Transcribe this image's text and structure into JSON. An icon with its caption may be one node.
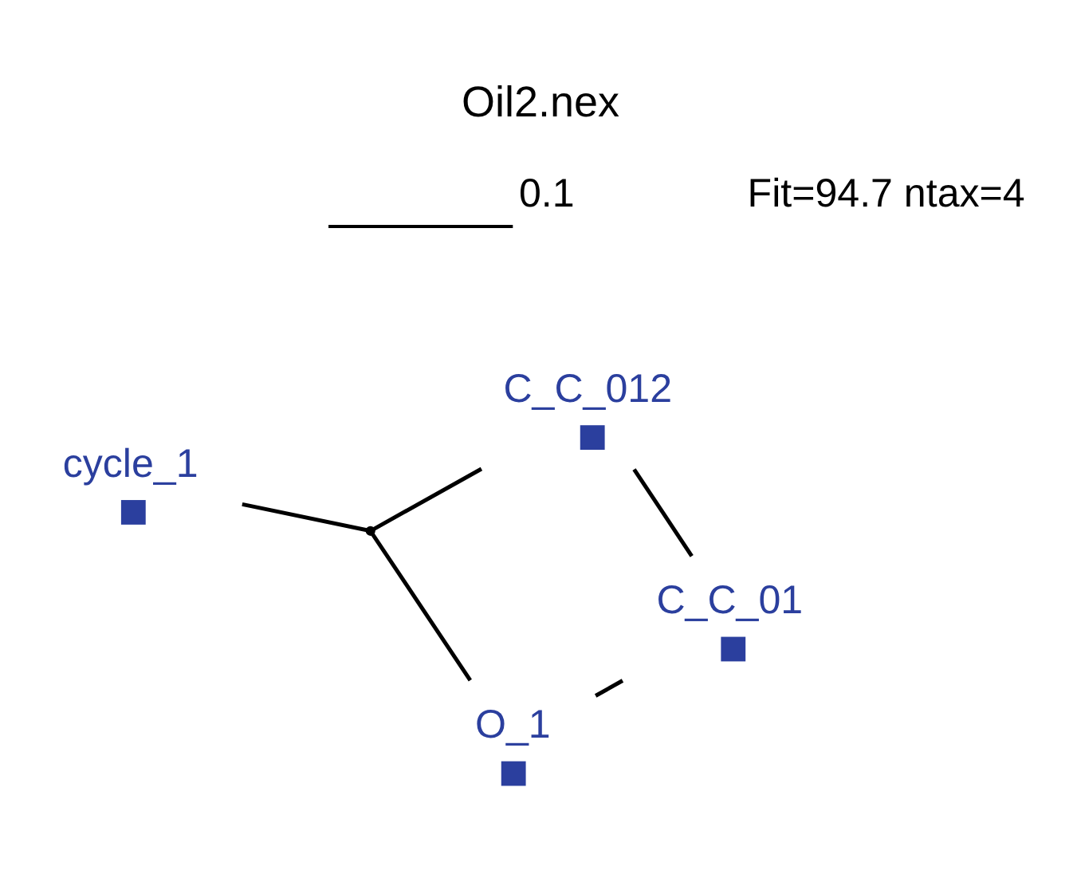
{
  "diagram": {
    "title": "Oil2.nex",
    "caption": "Fit=94.7 ntax=4",
    "nodes": [
      {
        "text": [
          "cycle_1"
        ]
      },
      {
        "text": [
          "O_1"
        ]
      },
      {
        "text": [
          "C_C_01"
        ]
      },
      {
        "text": [
          "C_C_012"
        ]
      },
      {
        "text": [],
        "shape": "point"
      }
    ],
    "edges": [
      {
        "from": 0,
        "to": 4,
        "arrow": "none"
      },
      {
        "from": 4,
        "to": 1,
        "arrow": "none"
      },
      {
        "from": 1,
        "to": 2,
        "arrow": "none"
      },
      {
        "from": 2,
        "to": 3,
        "arrow": "none"
      },
      {
        "from": 3,
        "to": 4,
        "arrow": "none"
      }
    ],
    "labels": [
      "0.1"
    ]
  }
}
